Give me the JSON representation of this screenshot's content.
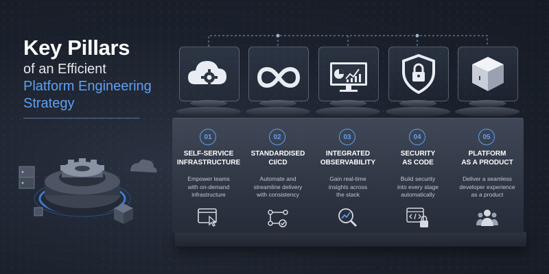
{
  "title": {
    "line1": "Key Pillars",
    "line2": "of an Efficient",
    "line3": "Platform Engineering",
    "line4": "Strategy"
  },
  "colors": {
    "accent": "#5ea0f5",
    "background": "#1b212c",
    "pillar": "#363d4b"
  },
  "pillars": [
    {
      "number": "01",
      "title": "SELF-SERVICE\nINFRASTRUCTURE",
      "description": "Empower teams\nwith on-demand\ninfrastructure",
      "top_icon": "cloud-gear-icon",
      "bottom_icon": "click-window-icon"
    },
    {
      "number": "02",
      "title": "STANDARDISED\nCI/CD",
      "description": "Automate and\nstreamline delivery\nwith consistency",
      "top_icon": "infinity-icon",
      "bottom_icon": "pipeline-nodes-icon"
    },
    {
      "number": "03",
      "title": "INTEGRATED\nOBSERVABILITY",
      "description": "Gain real-time\ninsights across\nthe stack",
      "top_icon": "monitor-chart-icon",
      "bottom_icon": "magnifier-chart-icon"
    },
    {
      "number": "04",
      "title": "SECURITY\nAS CODE",
      "description": "Build security\ninto every stage\nautomatically",
      "top_icon": "shield-lock-icon",
      "bottom_icon": "code-lock-icon"
    },
    {
      "number": "05",
      "title": "PLATFORM\nAS A PRODUCT",
      "description": "Deliver a seamless\ndeveloper experience\nas a product",
      "top_icon": "cube-icon",
      "bottom_icon": "team-icon"
    }
  ]
}
